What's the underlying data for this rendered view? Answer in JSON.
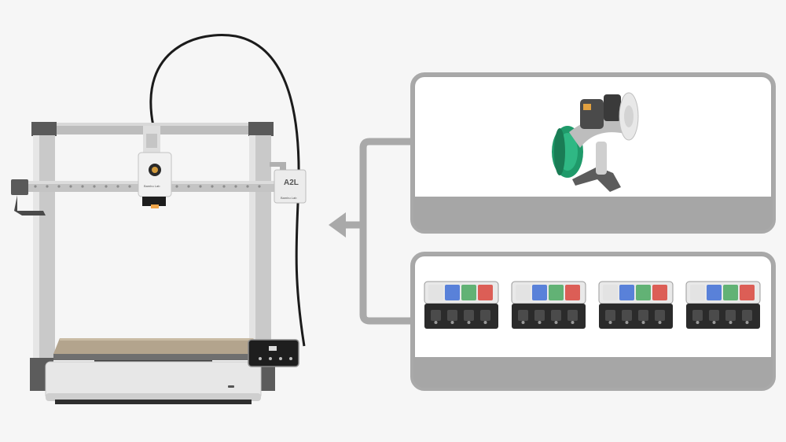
{
  "printer": {
    "model_label": "A2L",
    "toolhead_brand": "Bambu Lab",
    "gantry_brand": "Bambu Lab"
  },
  "options": {
    "top_panel": {
      "item": "single-spool-holder"
    },
    "bottom_panel": {
      "item": "ams-lite-units",
      "unit_count": 4,
      "spool_colors": [
        "#e2e2e2",
        "#3f6fd6",
        "#4aa860",
        "#d9453c"
      ]
    }
  },
  "colors": {
    "panel_stroke": "#a9a9a9",
    "panel_footer": "#a6a6a6",
    "connector": "#a9a9a9",
    "background": "#f6f6f6",
    "green_filament": "#1f9a6a"
  }
}
